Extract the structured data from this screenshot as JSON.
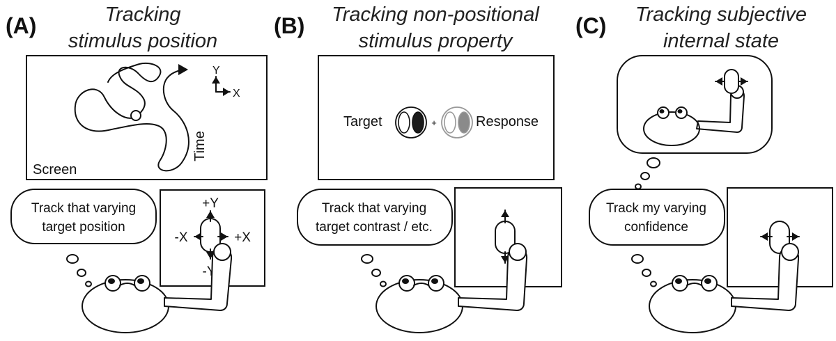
{
  "panels": [
    {
      "letter": "(A)",
      "title_line1": "Tracking",
      "title_line2": "stimulus position",
      "screen_label": "Screen",
      "time_label": "Time",
      "axis_y": "Y",
      "axis_x": "X",
      "speech_line1": "Track that varying",
      "speech_line2": "target position",
      "joystick_plus_y": "+Y",
      "joystick_minus_y": "-Y",
      "joystick_plus_x": "+X",
      "joystick_minus_x": "-X"
    },
    {
      "letter": "(B)",
      "title_line1": "Tracking non-positional",
      "title_line2": "stimulus property",
      "target_label": "Target",
      "response_label": "Response",
      "fixation": "+",
      "speech_line1": "Track that varying",
      "speech_line2": "target contrast / etc."
    },
    {
      "letter": "(C)",
      "title_line1": "Tracking subjective",
      "title_line2": "internal state",
      "speech_line1": "Track my varying",
      "speech_line2": "confidence"
    }
  ]
}
